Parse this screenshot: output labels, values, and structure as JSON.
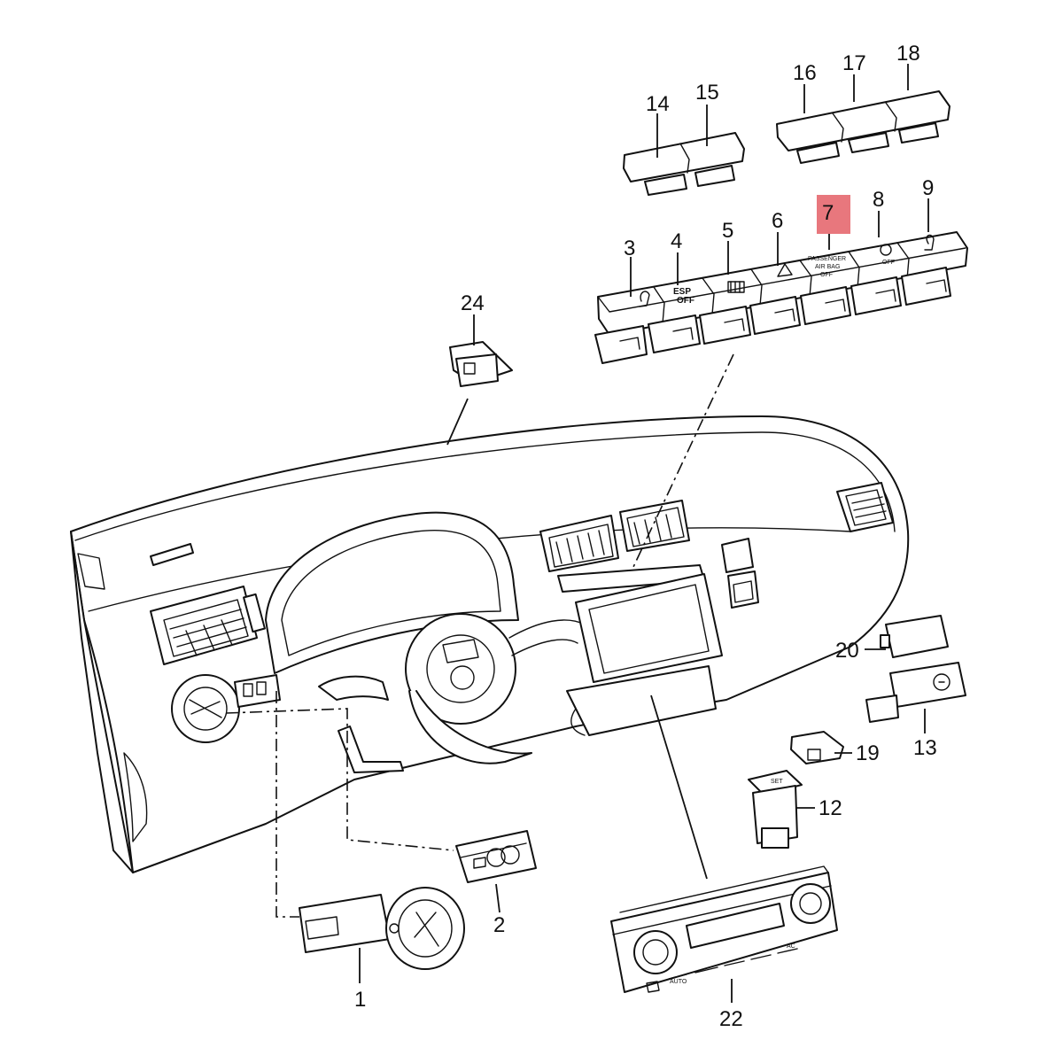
{
  "callouts": [
    {
      "id": "1",
      "label": "1"
    },
    {
      "id": "2",
      "label": "2"
    },
    {
      "id": "3",
      "label": "3"
    },
    {
      "id": "4",
      "label": "4"
    },
    {
      "id": "5",
      "label": "5"
    },
    {
      "id": "6",
      "label": "6"
    },
    {
      "id": "7",
      "label": "7",
      "highlighted": true
    },
    {
      "id": "8",
      "label": "8"
    },
    {
      "id": "9",
      "label": "9"
    },
    {
      "id": "12",
      "label": "12"
    },
    {
      "id": "13",
      "label": "13"
    },
    {
      "id": "14",
      "label": "14"
    },
    {
      "id": "15",
      "label": "15"
    },
    {
      "id": "16",
      "label": "16"
    },
    {
      "id": "17",
      "label": "17"
    },
    {
      "id": "18",
      "label": "18"
    },
    {
      "id": "19",
      "label": "19"
    },
    {
      "id": "20",
      "label": "20"
    },
    {
      "id": "22",
      "label": "22"
    },
    {
      "id": "24",
      "label": "24"
    }
  ],
  "switch_texts": {
    "esp_line1": "ESP",
    "esp_line2": "OFF",
    "airbag_line1": "PASSENGER",
    "airbag_line2": "AIR BAG",
    "airbag_line3": "OFF",
    "autohold_line": "OFF",
    "auto_label": "AUTO",
    "ac_label": "AC",
    "set_label": "SET"
  },
  "colors": {
    "highlight": "#e8777d",
    "line": "#111111",
    "background": "#ffffff"
  }
}
